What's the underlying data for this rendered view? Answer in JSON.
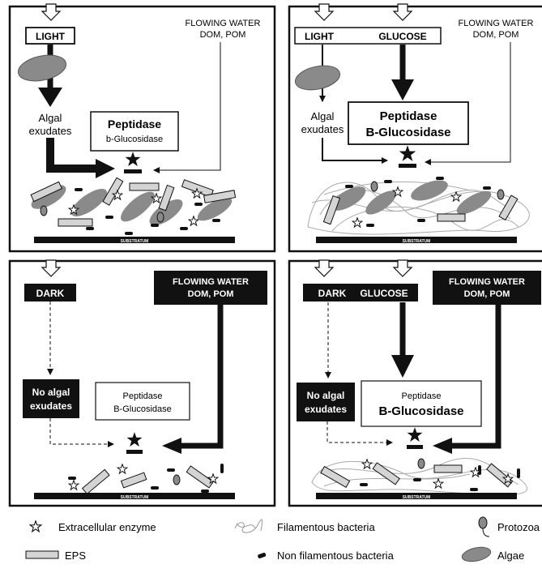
{
  "panels": {
    "top_left": {
      "light_label": "LIGHT",
      "flowing_label": [
        "FLOWING WATER",
        "DOM, POM"
      ],
      "algal_label": [
        "Algal",
        "exudates"
      ],
      "enzyme_box": [
        "Peptidase",
        "b-Glucosidase"
      ],
      "substratum": "SUBSTRATUM"
    },
    "top_right": {
      "light_label": "LIGHT",
      "glucose_label": "GLUCOSE",
      "flowing_label": [
        "FLOWING WATER",
        "DOM, POM"
      ],
      "algal_label": [
        "Algal",
        "exudates"
      ],
      "enzyme_box": [
        "Peptidase",
        "B-Glucosidase"
      ],
      "substratum": "SUBSTRATUM"
    },
    "bottom_left": {
      "dark_label": "DARK",
      "flowing_label": [
        "FLOWING WATER",
        "DOM, POM"
      ],
      "no_algal_label": [
        "No algal",
        "exudates"
      ],
      "enzyme_box": [
        "Peptidase",
        "B-Glucosidase"
      ],
      "substratum": "SUBSTRATUM"
    },
    "bottom_right": {
      "dark_label": "DARK",
      "glucose_label": "GLUCOSE",
      "flowing_label": [
        "FLOWING WATER",
        "DOM, POM"
      ],
      "no_algal_label": [
        "No algal",
        "exudates"
      ],
      "enzyme_box": [
        "Peptidase",
        "B-Glucosidase"
      ],
      "substratum": "SUBSTRATUM"
    }
  },
  "legend": {
    "extracellular_enzyme": "Extracellular enzyme",
    "filamentous_bacteria": "Filamentous bacteria",
    "protozoa": "Protozoa",
    "eps": "EPS",
    "non_filamentous_bacteria": "Non filamentous bacteria",
    "algae": "Algae"
  },
  "colors": {
    "ink": "#111111",
    "algae": "#8a8a8a",
    "eps": "#d4d4d4",
    "filament": "#aaaaaa"
  }
}
